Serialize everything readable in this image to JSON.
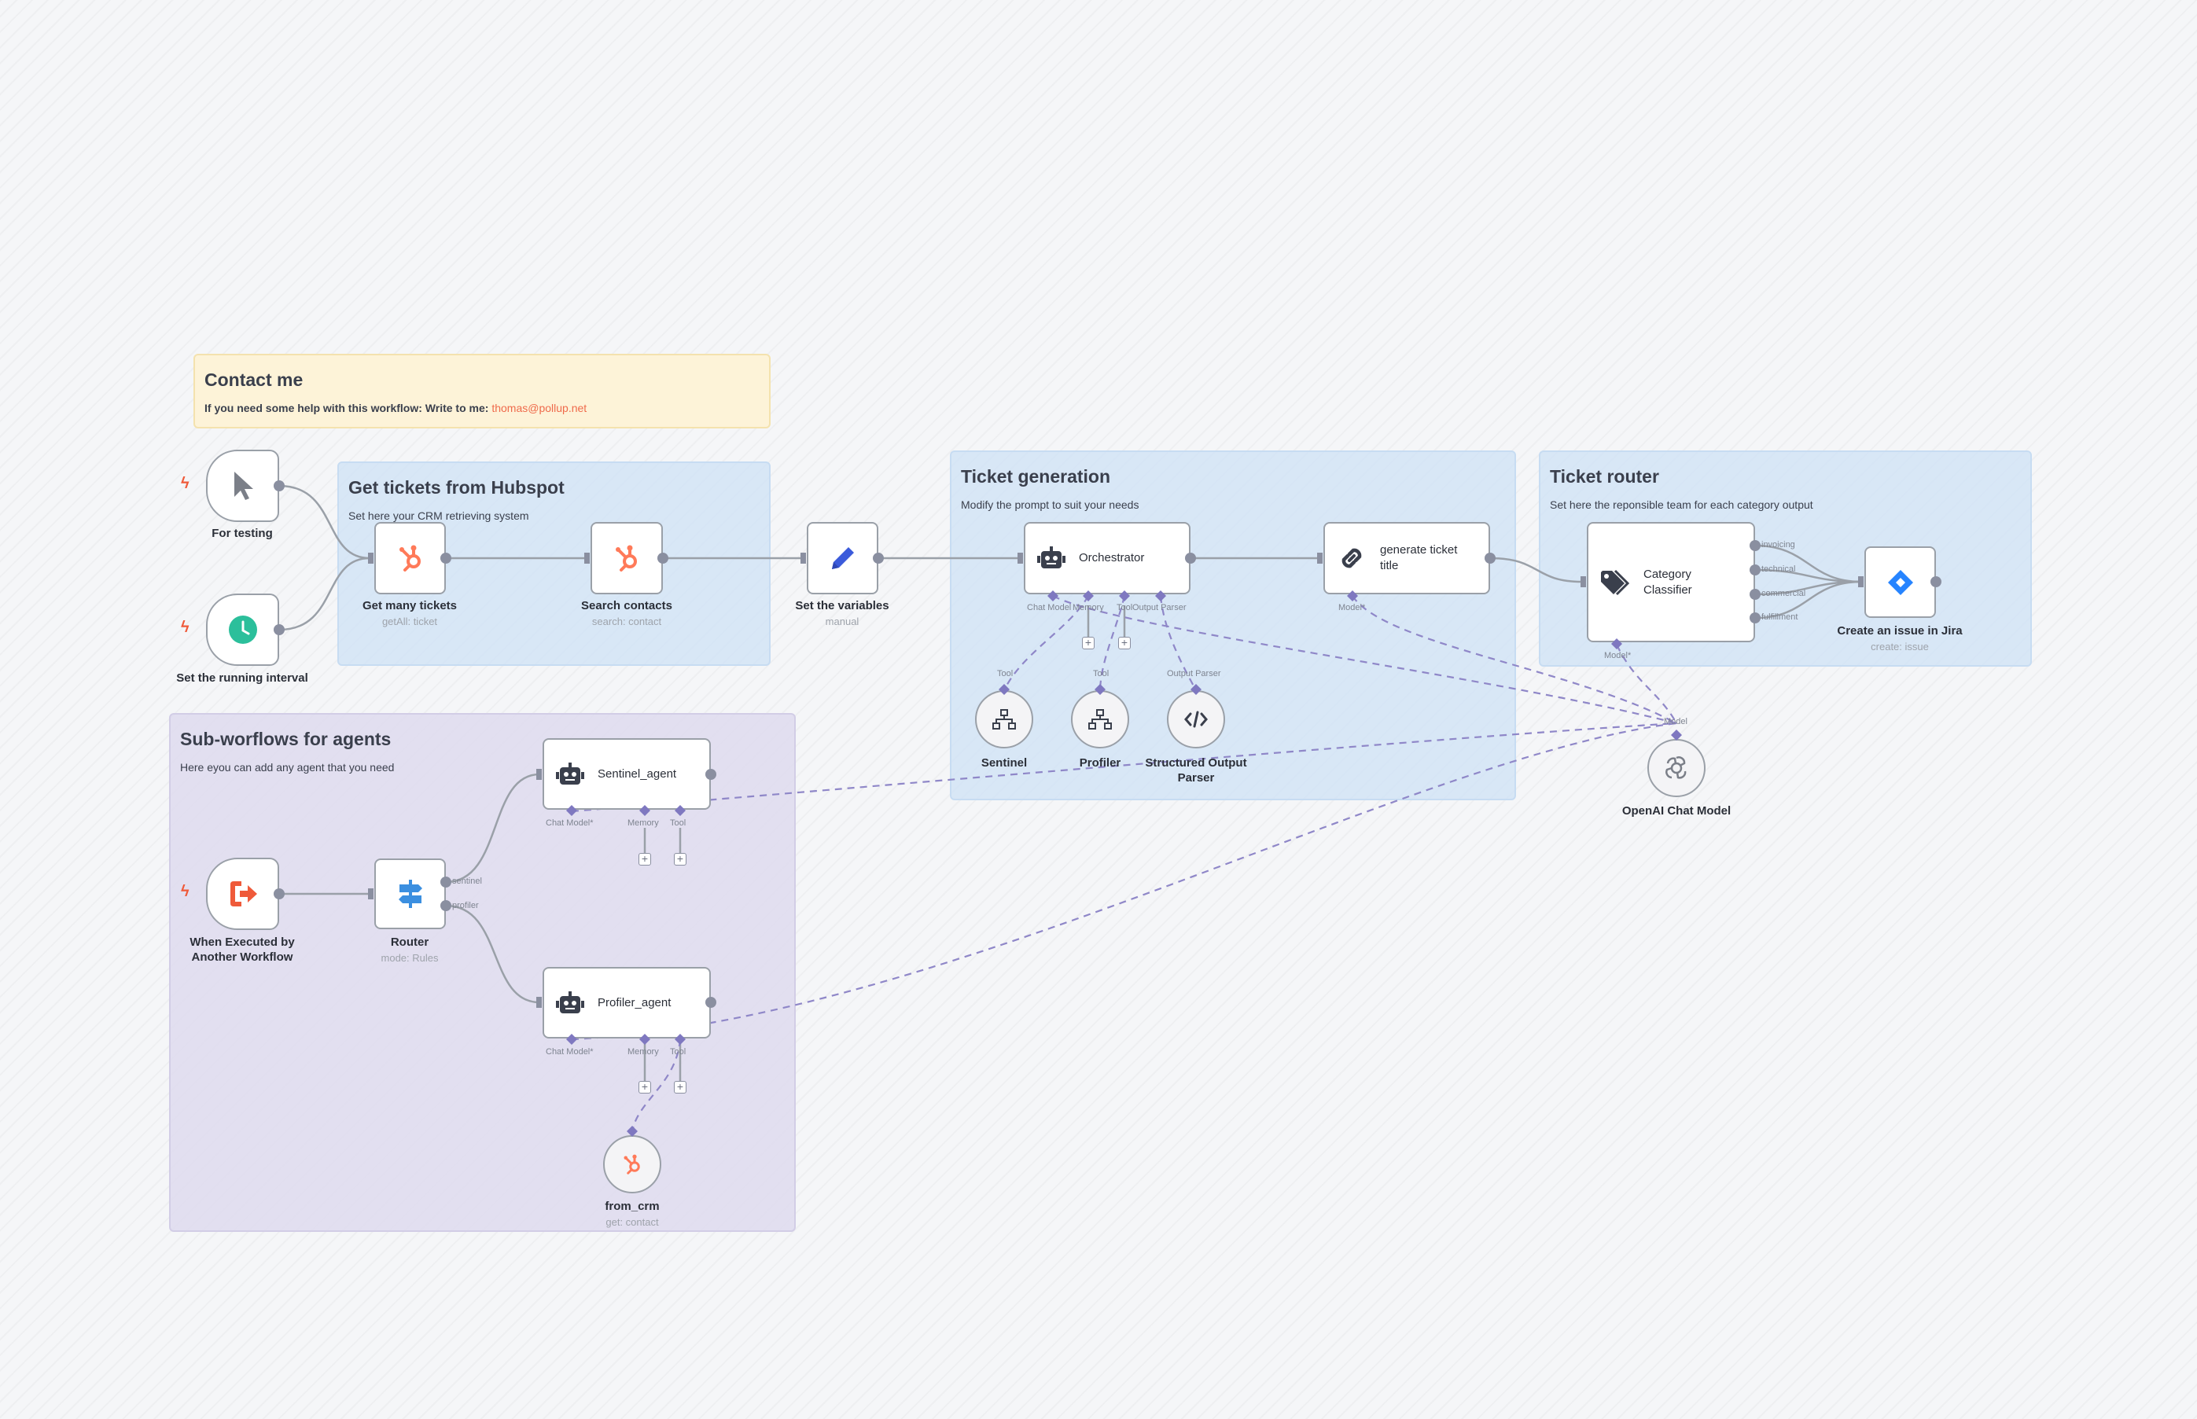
{
  "stickies": {
    "contact": {
      "title": "Contact me",
      "desc_prefix": "If you need some help with this workflow: Write to me: ",
      "email": "thomas@pollup.net"
    },
    "hubspot": {
      "title": "Get tickets from Hubspot",
      "desc": "Set here your CRM retrieving system"
    },
    "generation": {
      "title": "Ticket generation",
      "desc": "Modify the prompt to suit your needs"
    },
    "router": {
      "title": "Ticket router",
      "desc": "Set here the reponsible team for each category output"
    },
    "subflows": {
      "title": "Sub-worflows for agents",
      "desc": "Here eyou can add any agent that you need"
    }
  },
  "nodes": {
    "for_testing": {
      "label": "For testing"
    },
    "running_interval": {
      "label": "Set the running interval"
    },
    "get_many_tickets": {
      "label": "Get many tickets",
      "sub": "getAll: ticket"
    },
    "search_contacts": {
      "label": "Search contacts",
      "sub": "search: contact"
    },
    "set_variables": {
      "label": "Set the variables",
      "sub": "manual"
    },
    "orchestrator": {
      "label": "Orchestrator",
      "ports": [
        "Chat Model",
        "Memory",
        "Tool",
        "Output Parser"
      ]
    },
    "generate_title": {
      "label": "generate ticket title",
      "ports": [
        "Model*"
      ]
    },
    "sentinel_tool": {
      "label": "Sentinel",
      "port": "Tool"
    },
    "profiler_tool": {
      "label": "Profiler",
      "port": "Tool"
    },
    "structured_parser": {
      "label": "Structured Output Parser",
      "port": "Output Parser"
    },
    "category_classifier": {
      "label": "Category Classifier",
      "outputs": [
        "invoicing",
        "technical",
        "commercial",
        "fulfillment"
      ],
      "ports": [
        "Model*"
      ]
    },
    "create_jira_issue": {
      "label": "Create an issue in Jira",
      "sub": "create: issue"
    },
    "openai_chat_model": {
      "label": "OpenAI Chat Model",
      "port": "Model"
    },
    "when_executed": {
      "label": "When Executed by Another Workflow"
    },
    "router": {
      "label": "Router",
      "sub": "mode: Rules",
      "outputs": [
        "sentinel",
        "profiler"
      ]
    },
    "sentinel_agent": {
      "label": "Sentinel_agent",
      "ports": [
        "Chat Model*",
        "Memory",
        "Tool"
      ]
    },
    "profiler_agent": {
      "label": "Profiler_agent",
      "ports": [
        "Chat Model*",
        "Memory",
        "Tool"
      ]
    },
    "from_crm": {
      "label": "from_crm",
      "sub": "get: contact"
    }
  },
  "colors": {
    "hubspot": "#ff7a59",
    "schedule": "#2bbf9b",
    "edit": "#3b5bdb",
    "jira": "#2684ff",
    "bolt": "#ef5a3a",
    "router": "#3b8fe0"
  }
}
